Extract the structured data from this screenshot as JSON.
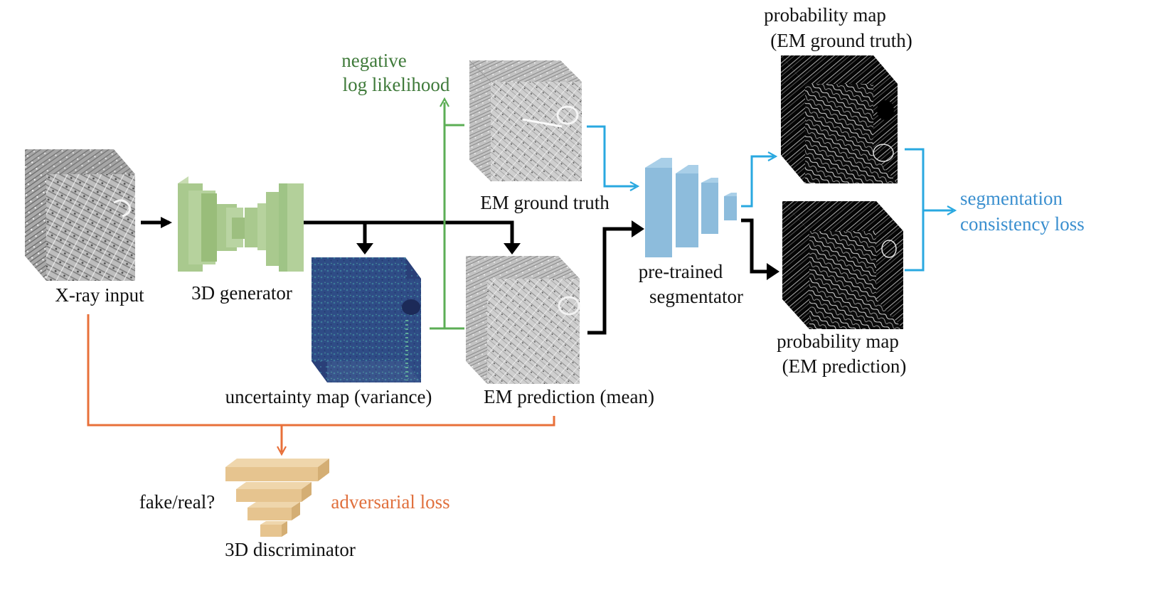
{
  "labels": {
    "xray_input": "X-ray input",
    "generator": "3D generator",
    "uncertainty_map": "uncertainty map (variance)",
    "em_prediction": "EM prediction (mean)",
    "em_ground_truth": "EM ground truth",
    "negative_ll_line1": "negative",
    "negative_ll_line2": "log likelihood",
    "segmentator_line1": "pre-trained",
    "segmentator_line2": "segmentator",
    "prob_map_gt_line1": "probability map",
    "prob_map_gt_line2": "(EM ground truth)",
    "prob_map_pred_line1": "probability map",
    "prob_map_pred_line2": "(EM prediction)",
    "seg_loss_line1": "segmentation",
    "seg_loss_line2": "consistency loss",
    "fake_real": "fake/real?",
    "adversarial_loss": "adversarial loss",
    "discriminator": "3D discriminator"
  },
  "colors": {
    "generator": "#a9c98e",
    "segmentator": "#8dbcdc",
    "discriminator": "#e6c48f",
    "nll_arrow": "#5cae55",
    "seg_arrow": "#29a8e0",
    "adv_arrow": "#e8703a",
    "main_arrow": "#000000"
  }
}
